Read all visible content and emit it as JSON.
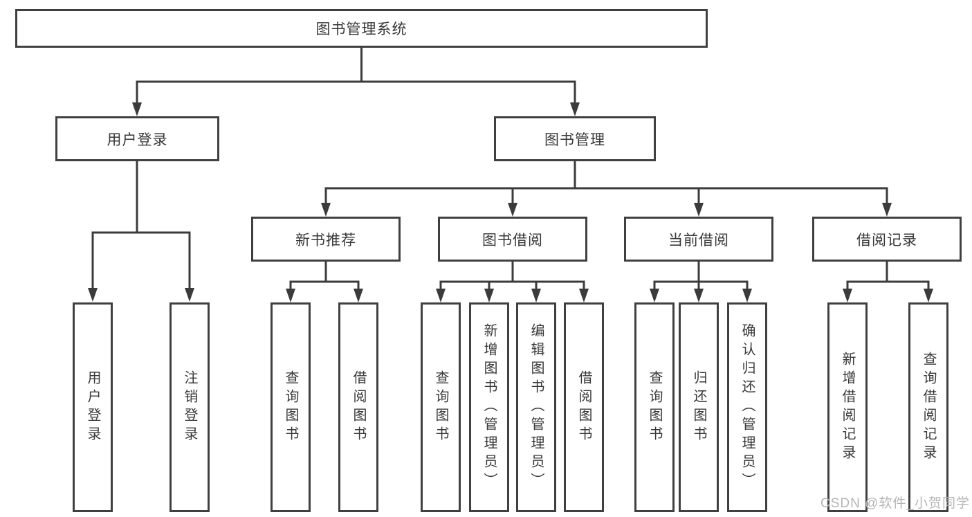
{
  "tree": {
    "root": {
      "label": "图书管理系统"
    },
    "branches": [
      {
        "label": "用户登录",
        "children": [
          {
            "label": "用户登录"
          },
          {
            "label": "注销登录"
          }
        ]
      },
      {
        "label": "图书管理",
        "children": [
          {
            "label": "新书推荐",
            "children": [
              {
                "label": "查询图书"
              },
              {
                "label": "借阅图书"
              }
            ]
          },
          {
            "label": "图书借阅",
            "children": [
              {
                "label": "查询图书"
              },
              {
                "label": "新增图书（管理员）"
              },
              {
                "label": "编辑图书（管理员）"
              },
              {
                "label": "借阅图书"
              }
            ]
          },
          {
            "label": "当前借阅",
            "children": [
              {
                "label": "查询图书"
              },
              {
                "label": "归还图书"
              },
              {
                "label": "确认归还（管理员）"
              }
            ]
          },
          {
            "label": "借阅记录",
            "children": [
              {
                "label": "新增借阅记录"
              },
              {
                "label": "查询借阅记录"
              }
            ]
          }
        ]
      }
    ]
  },
  "watermark": {
    "text": "CSDN @软件_小贺同学"
  },
  "colors": {
    "border": "#404040",
    "line": "#3b3b3b",
    "text": "#383838",
    "watermark": "#b5b5b5",
    "background": "#ffffff"
  }
}
